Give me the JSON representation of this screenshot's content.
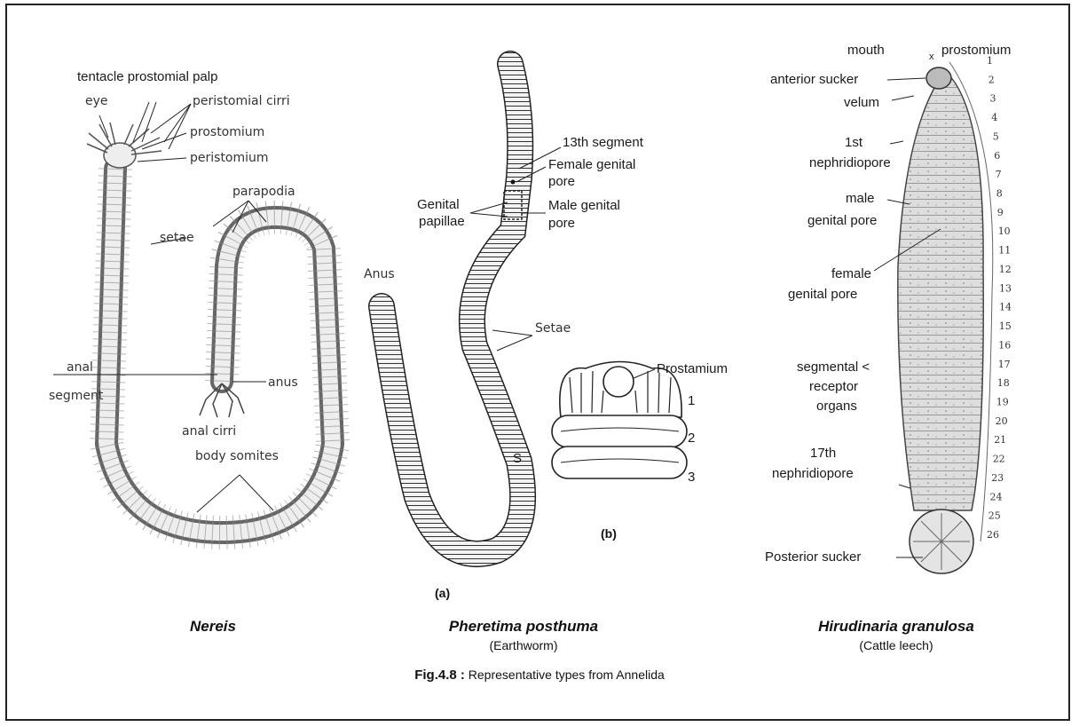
{
  "nereis": {
    "labels": {
      "tentacle_prostomial_palp": "tentacle prostomial palp",
      "eye": "eye",
      "peristomial_cirri": "peristomial cirri",
      "prostomium": "prostomium",
      "peristomium": "peristomium",
      "parapodia": "parapodia",
      "setae": "setae",
      "anal_segment_1": "anal",
      "anal_segment_2": "segment",
      "anus": "anus",
      "anal_cirri": "anal cirri",
      "body_somites": "body somites"
    },
    "caption": "Nereis"
  },
  "pheretima": {
    "labels": {
      "segment_13": "13th segment",
      "female_pore_1": "Female genital",
      "female_pore_2": "pore",
      "genital_papillae_1": "Genital",
      "genital_papillae_2": "papillae",
      "male_pore_1": "Male genital",
      "male_pore_2": "pore",
      "anus": "Anus",
      "setae": "Setae",
      "s": "S",
      "prostamium": "Prostamium",
      "seg1": "1",
      "seg2": "2",
      "seg3": "3"
    },
    "sub_a": "(a)",
    "sub_b": "(b)",
    "caption": "Pheretima posthuma",
    "common": "(Earthworm)"
  },
  "hirudinaria": {
    "labels": {
      "mouth": "mouth",
      "x": "x",
      "prostomium": "prostomium",
      "anterior_sucker": "anterior sucker",
      "velum": "velum",
      "nephridiopore_1st_a": "1st",
      "nephridiopore_1st_b": "nephridiopore",
      "male_pore_a": "male",
      "male_pore_b": "genital pore",
      "female_pore_a": "female",
      "female_pore_b": "genital pore",
      "receptor_a": "segmental <",
      "receptor_b": "receptor",
      "receptor_c": "organs",
      "nephridiopore_17_a": "17th",
      "nephridiopore_17_b": "nephridiopore",
      "posterior_sucker": "Posterior sucker"
    },
    "segment_numbers": [
      "1",
      "2",
      "3",
      "4",
      "5",
      "6",
      "7",
      "8",
      "9",
      "10",
      "11",
      "12",
      "13",
      "14",
      "15",
      "16",
      "17",
      "18",
      "19",
      "20",
      "21",
      "22",
      "23",
      "24",
      "25",
      "26"
    ],
    "caption": "Hirudinaria granulosa",
    "common": "(Cattle leech)"
  },
  "figure": {
    "number": "Fig.4.8 :",
    "title": "Representative types from Annelida"
  }
}
